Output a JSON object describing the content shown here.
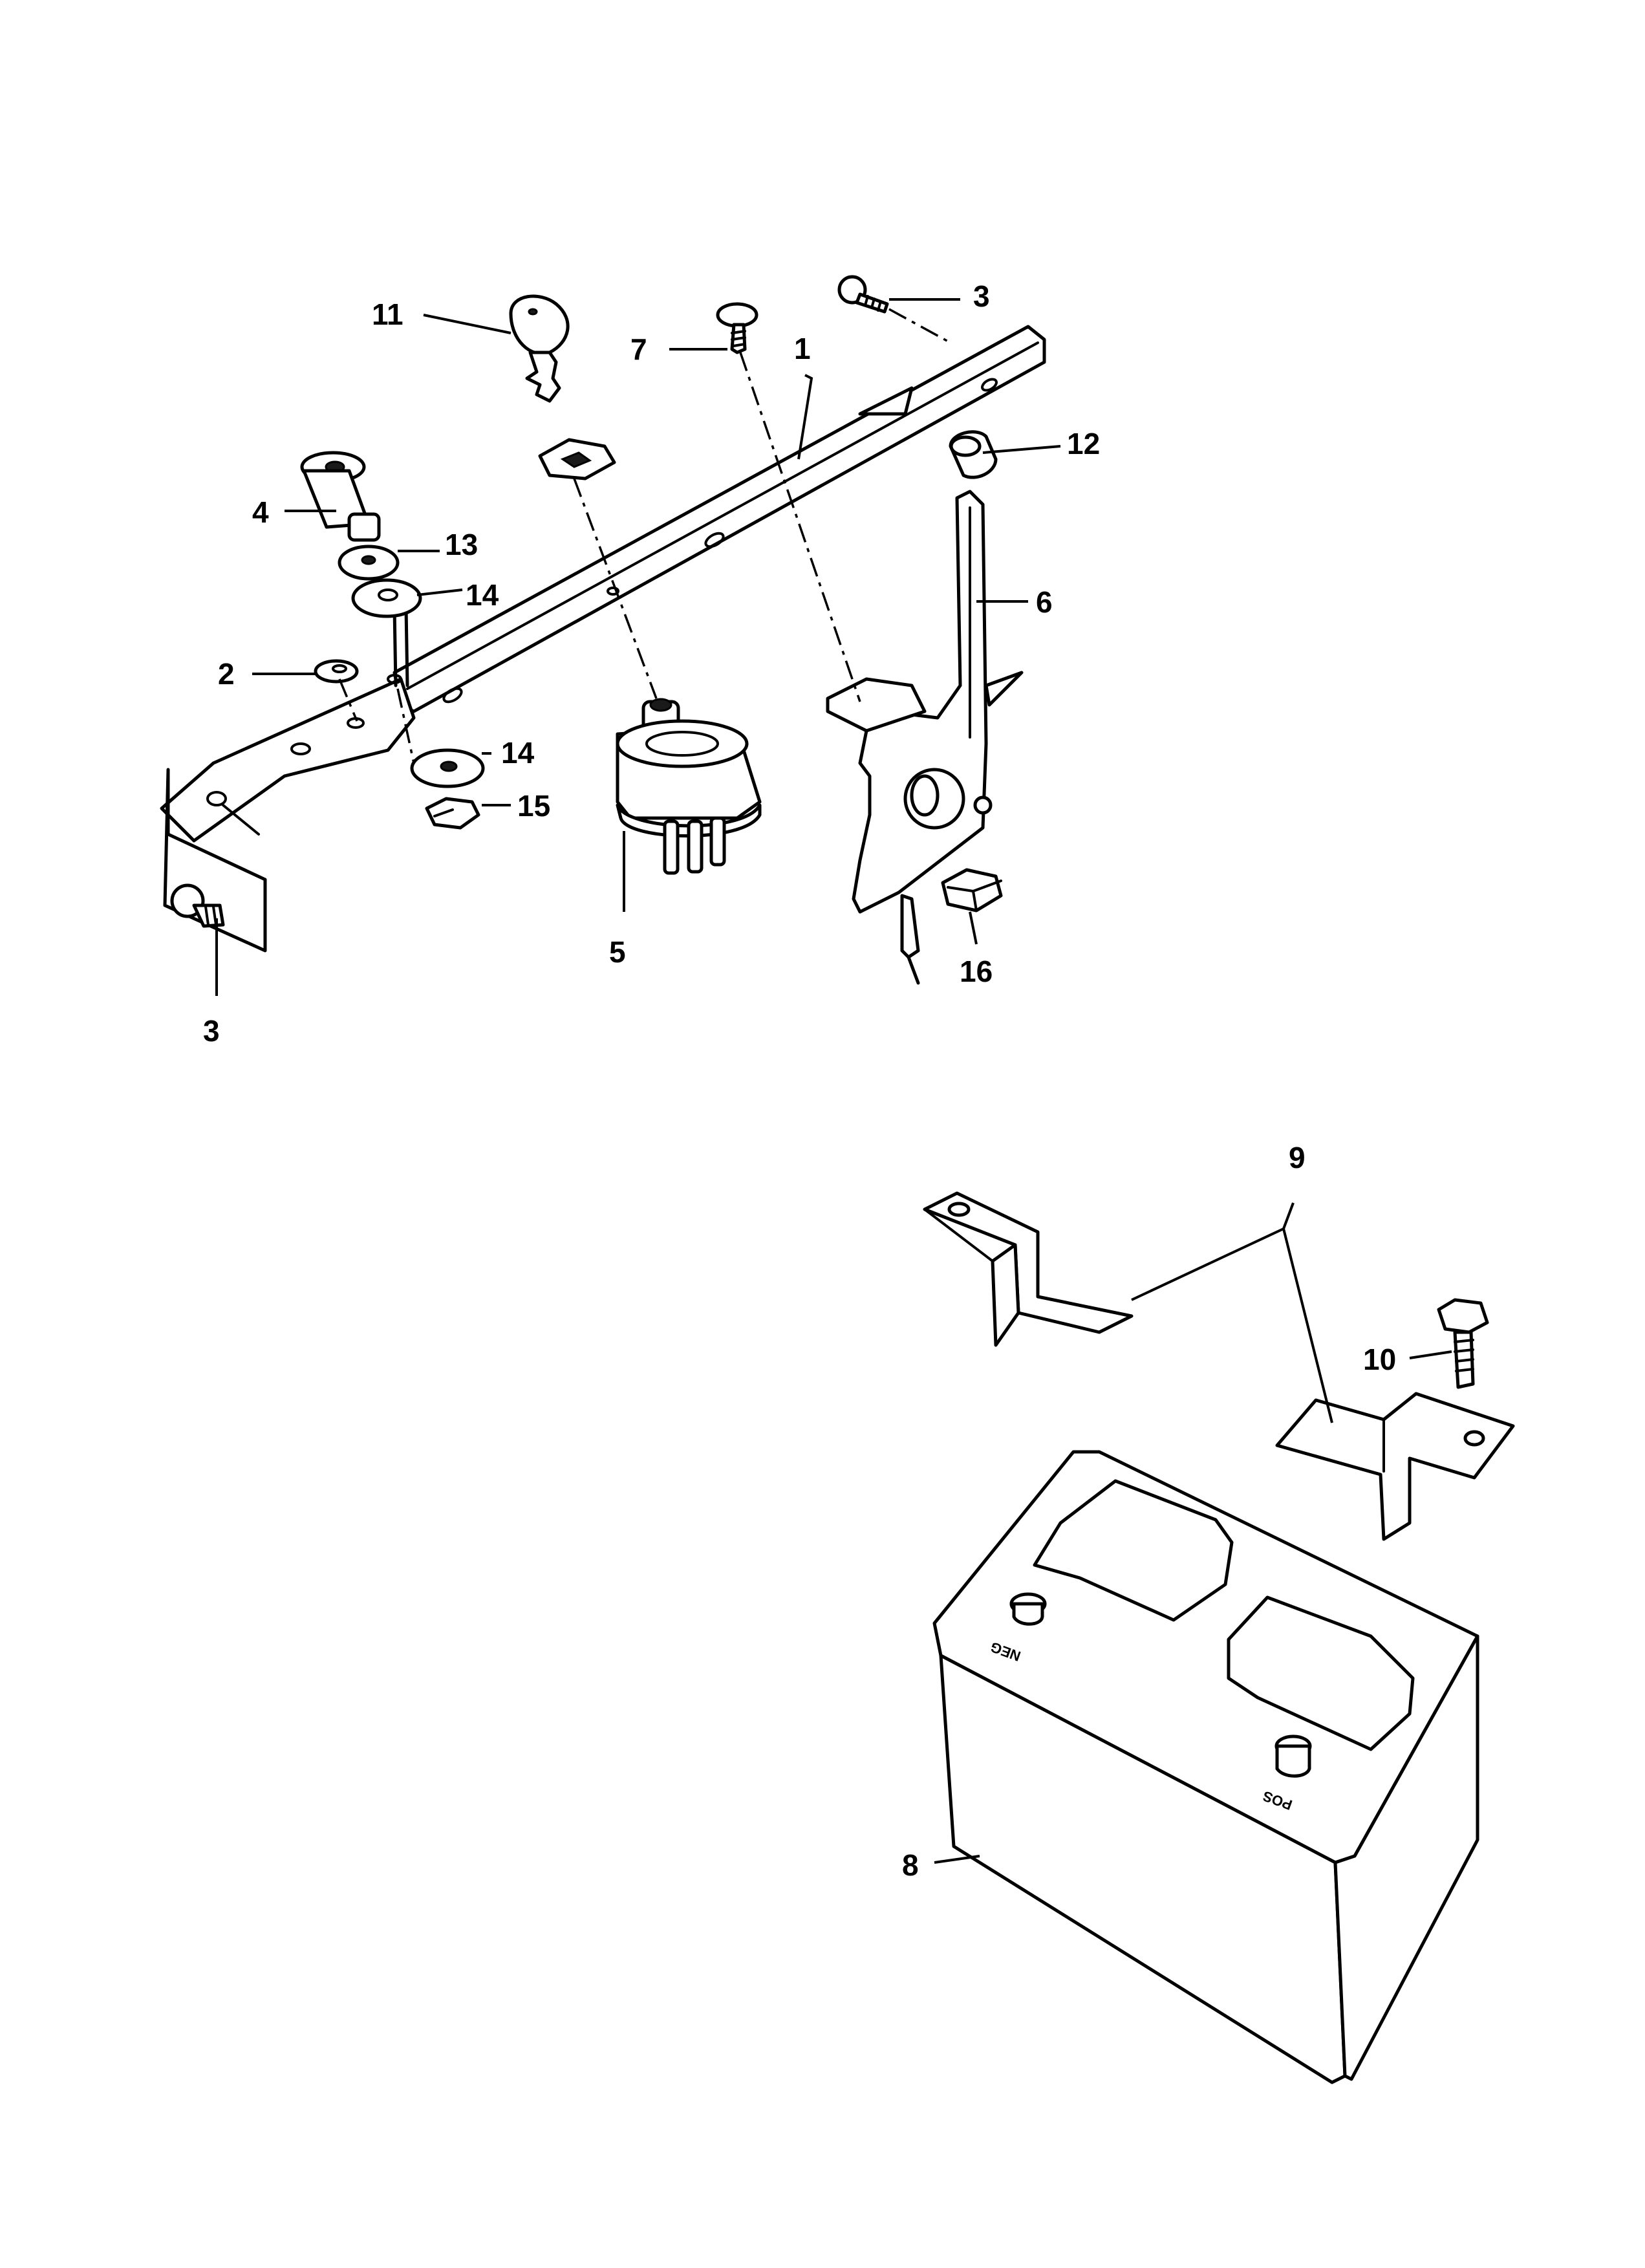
{
  "callouts": {
    "c1": "1",
    "c2": "2",
    "c3_top": "3",
    "c3_bottom": "3",
    "c4": "4",
    "c5": "5",
    "c6": "6",
    "c7": "7",
    "c8": "8",
    "c9": "9",
    "c10": "10",
    "c11": "11",
    "c12": "12",
    "c13": "13",
    "c14_upper": "14",
    "c14_lower": "14",
    "c15": "15",
    "c16": "16"
  },
  "battery_markings": {
    "negative": "NEG",
    "positive": "POS"
  }
}
